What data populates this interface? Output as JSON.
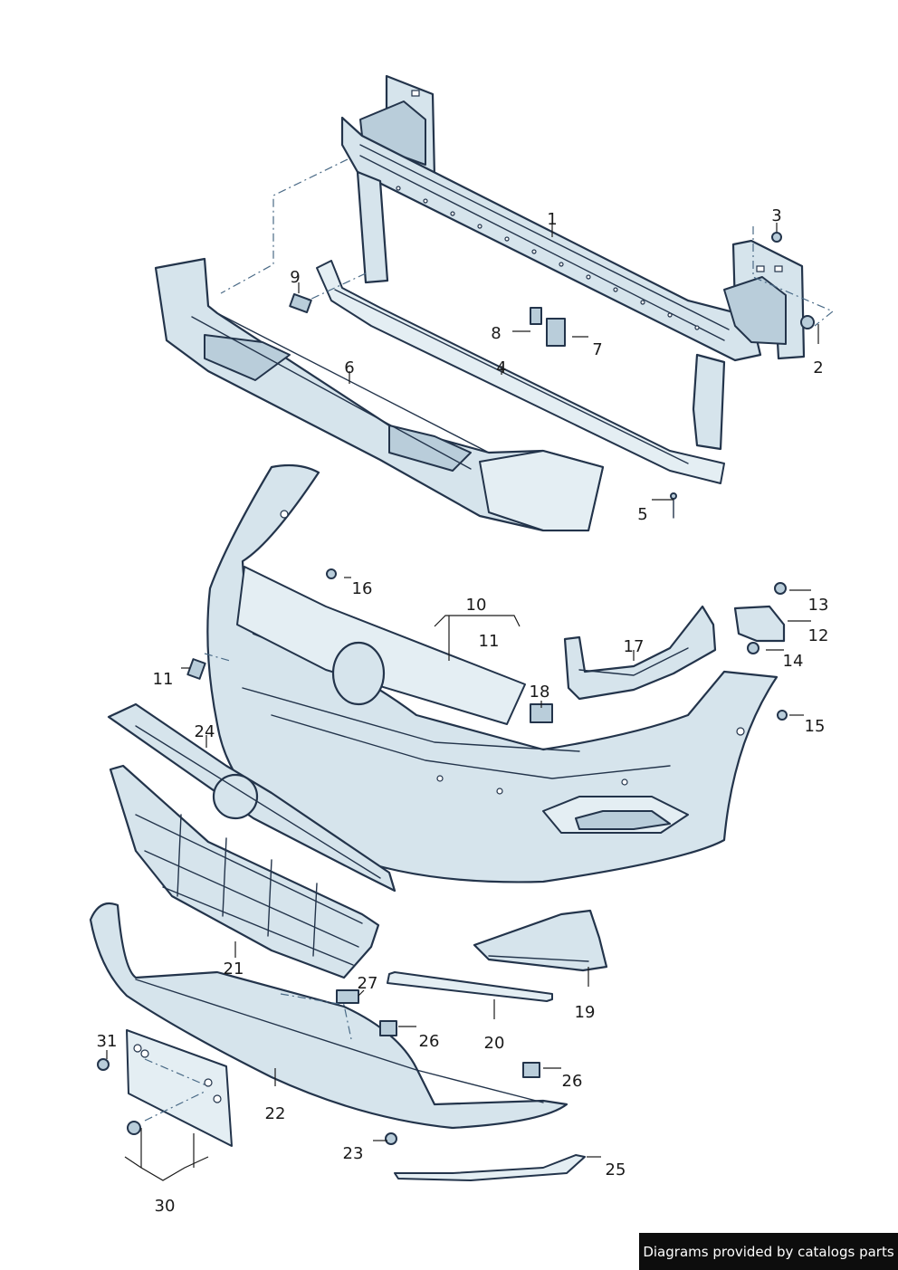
{
  "footer": {
    "text": "Diagrams provided by catalogs parts"
  },
  "callouts": {
    "c1": "1",
    "c2": "2",
    "c3": "3",
    "c4": "4",
    "c5": "5",
    "c6": "6",
    "c7": "7",
    "c8": "8",
    "c9": "9",
    "c10": "10",
    "c11a": "11",
    "c11b": "11",
    "c12": "12",
    "c13": "13",
    "c14": "14",
    "c15": "15",
    "c16": "16",
    "c17": "17",
    "c18": "18",
    "c19": "19",
    "c20": "20",
    "c21": "21",
    "c22": "22",
    "c23": "23",
    "c24": "24",
    "c25": "25",
    "c26a": "26",
    "c26b": "26",
    "c27": "27",
    "c30": "30",
    "c31": "31"
  }
}
